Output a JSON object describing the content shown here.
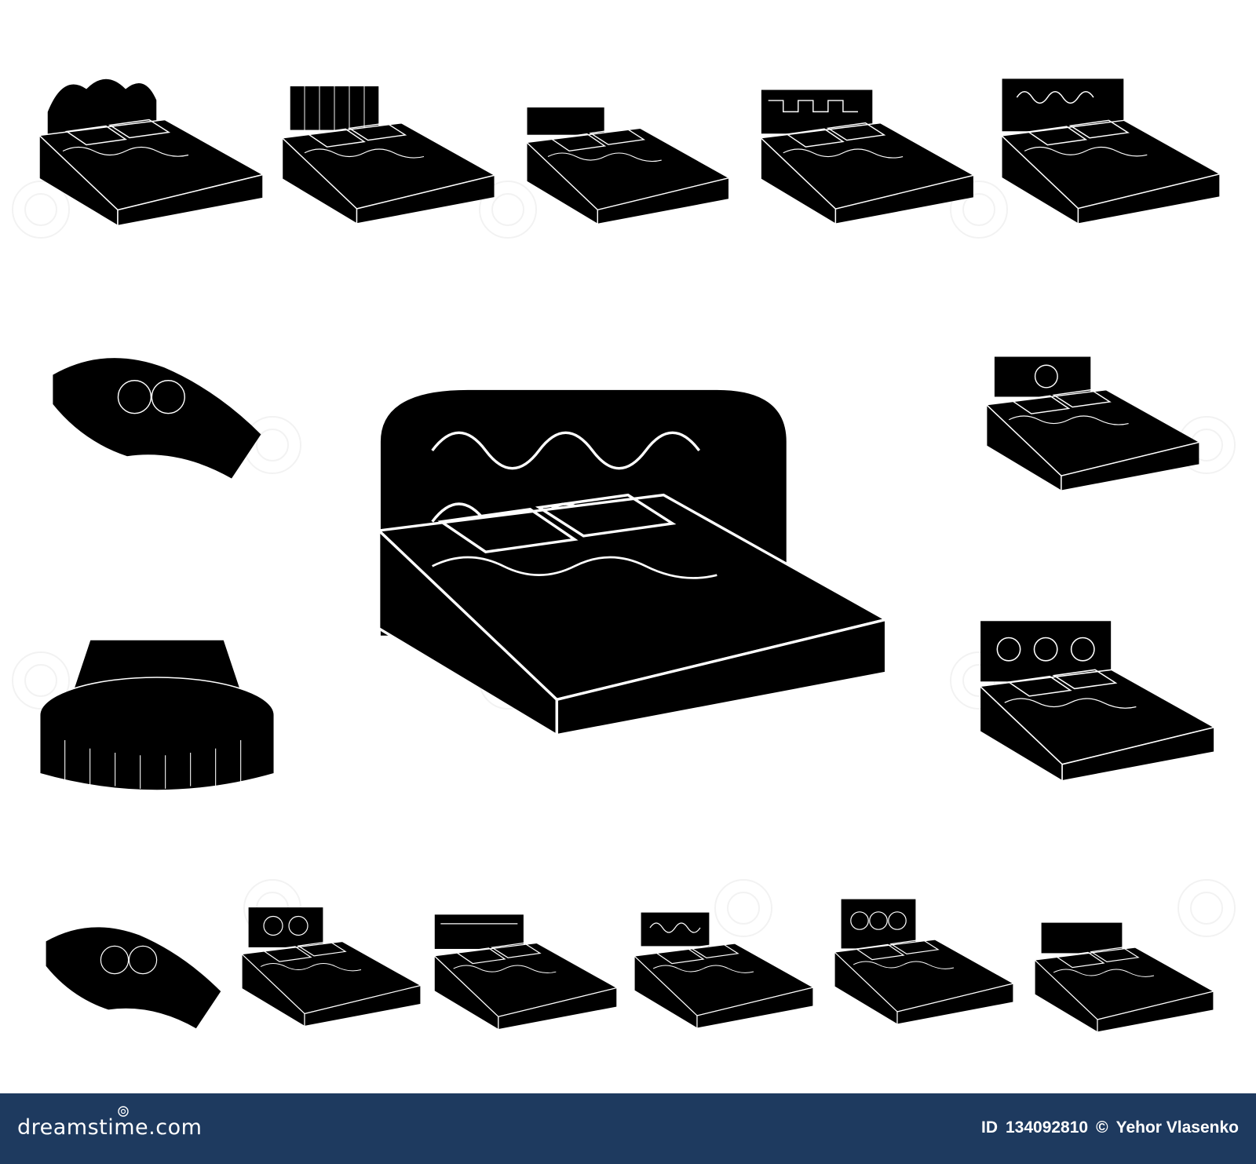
{
  "icons": [
    {
      "name": "bed-icon-rose-canopy",
      "variant": "rose"
    },
    {
      "name": "bed-icon-slatted-headboard",
      "variant": "slats"
    },
    {
      "name": "bed-icon-quilted-pillows",
      "variant": "quilt"
    },
    {
      "name": "bed-icon-geometric-headboard",
      "variant": "geometric"
    },
    {
      "name": "bed-icon-swirl-headboard-bow",
      "variant": "bow"
    },
    {
      "name": "bed-icon-wave-shaped",
      "variant": "wave"
    },
    {
      "name": "bed-icon-ornate-large",
      "variant": "ornate"
    },
    {
      "name": "bed-icon-spiral-cover",
      "variant": "spiral"
    },
    {
      "name": "bed-icon-round-pleated",
      "variant": "round"
    },
    {
      "name": "bed-icon-flower-headboard-drawers",
      "variant": "flower"
    },
    {
      "name": "bed-icon-cat-cover",
      "variant": "cat"
    },
    {
      "name": "bed-icon-scroll-iron-headboard",
      "variant": "scroll"
    },
    {
      "name": "bed-icon-hearts-pleated",
      "variant": "hearts"
    },
    {
      "name": "bed-icon-wrought-iron",
      "variant": "iron"
    },
    {
      "name": "bed-icon-ornate-iron-tall",
      "variant": "tall"
    },
    {
      "name": "bed-icon-low-quilted",
      "variant": "low"
    }
  ],
  "watermark": {
    "brand": "dreamstime.com",
    "id_label": "ID",
    "id_number": "134092810",
    "copyright_symbol": "©",
    "author": "Yehor Vlasenko"
  },
  "colors": {
    "icon_fill": "#000000",
    "line": "#ffffff",
    "footer_bg": "#1e3a5f",
    "footer_text": "#ffffff"
  }
}
